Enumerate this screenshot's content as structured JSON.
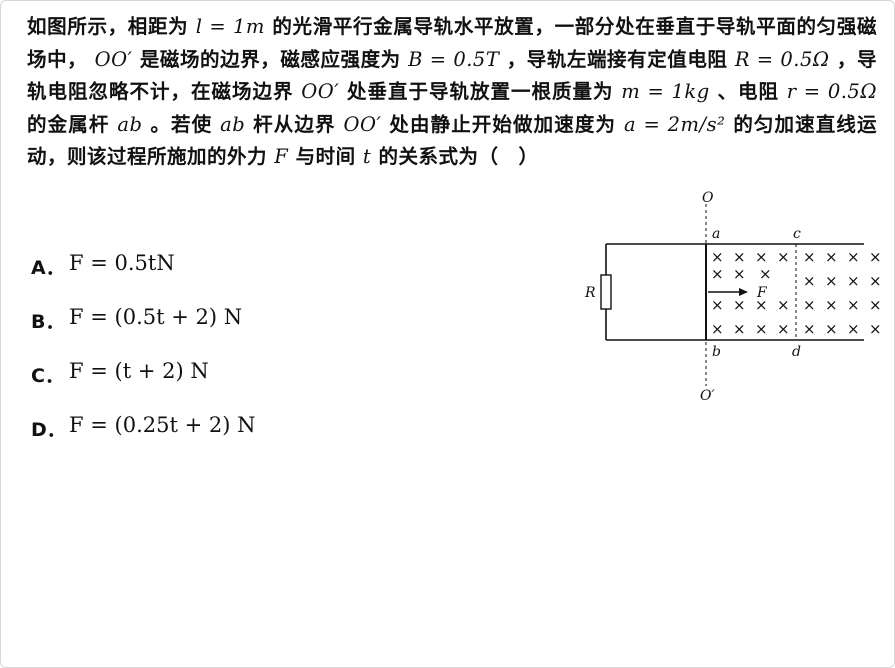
{
  "question": {
    "text_parts": [
      "如图所示，相距为 ",
      "l = 1m",
      " 的光滑平行金属导轨水平放置，一部分处在垂直于导轨平面的匀强磁场中， ",
      "OO′",
      " 是磁场的边界，磁感应强度为 ",
      "B = 0.5T",
      " ，导轨左端接有定值电阻 ",
      "R = 0.5Ω",
      " ，导轨电阻忽略不计，在磁场边界 ",
      "OO′",
      " 处垂直于导轨放置一根质量为 ",
      "m = 1kg",
      " 、电阻 ",
      "r = 0.5Ω",
      " 的金属杆 ",
      "ab",
      " 。若使 ",
      "ab",
      " 杆从边界 ",
      "OO′",
      " 处由静止开始做加速度为 ",
      "a = 2m/s²",
      " 的匀加速直线运动，则该过程所施加的外力 ",
      "F",
      " 与时间 ",
      "t",
      " 的关系式为（　）"
    ]
  },
  "options": [
    {
      "key": "A．",
      "value": "F = 0.5tN"
    },
    {
      "key": "B．",
      "value": "F = (0.5t + 2) N"
    },
    {
      "key": "C．",
      "value": "F = (t + 2) N"
    },
    {
      "key": "D．",
      "value": "F = (0.25t + 2) N"
    }
  ],
  "figure": {
    "labels": {
      "O": "O",
      "O_prime": "O′",
      "a": "a",
      "b": "b",
      "c": "c",
      "d": "d",
      "R": "R",
      "F": "F"
    },
    "field_symbol": "×"
  }
}
